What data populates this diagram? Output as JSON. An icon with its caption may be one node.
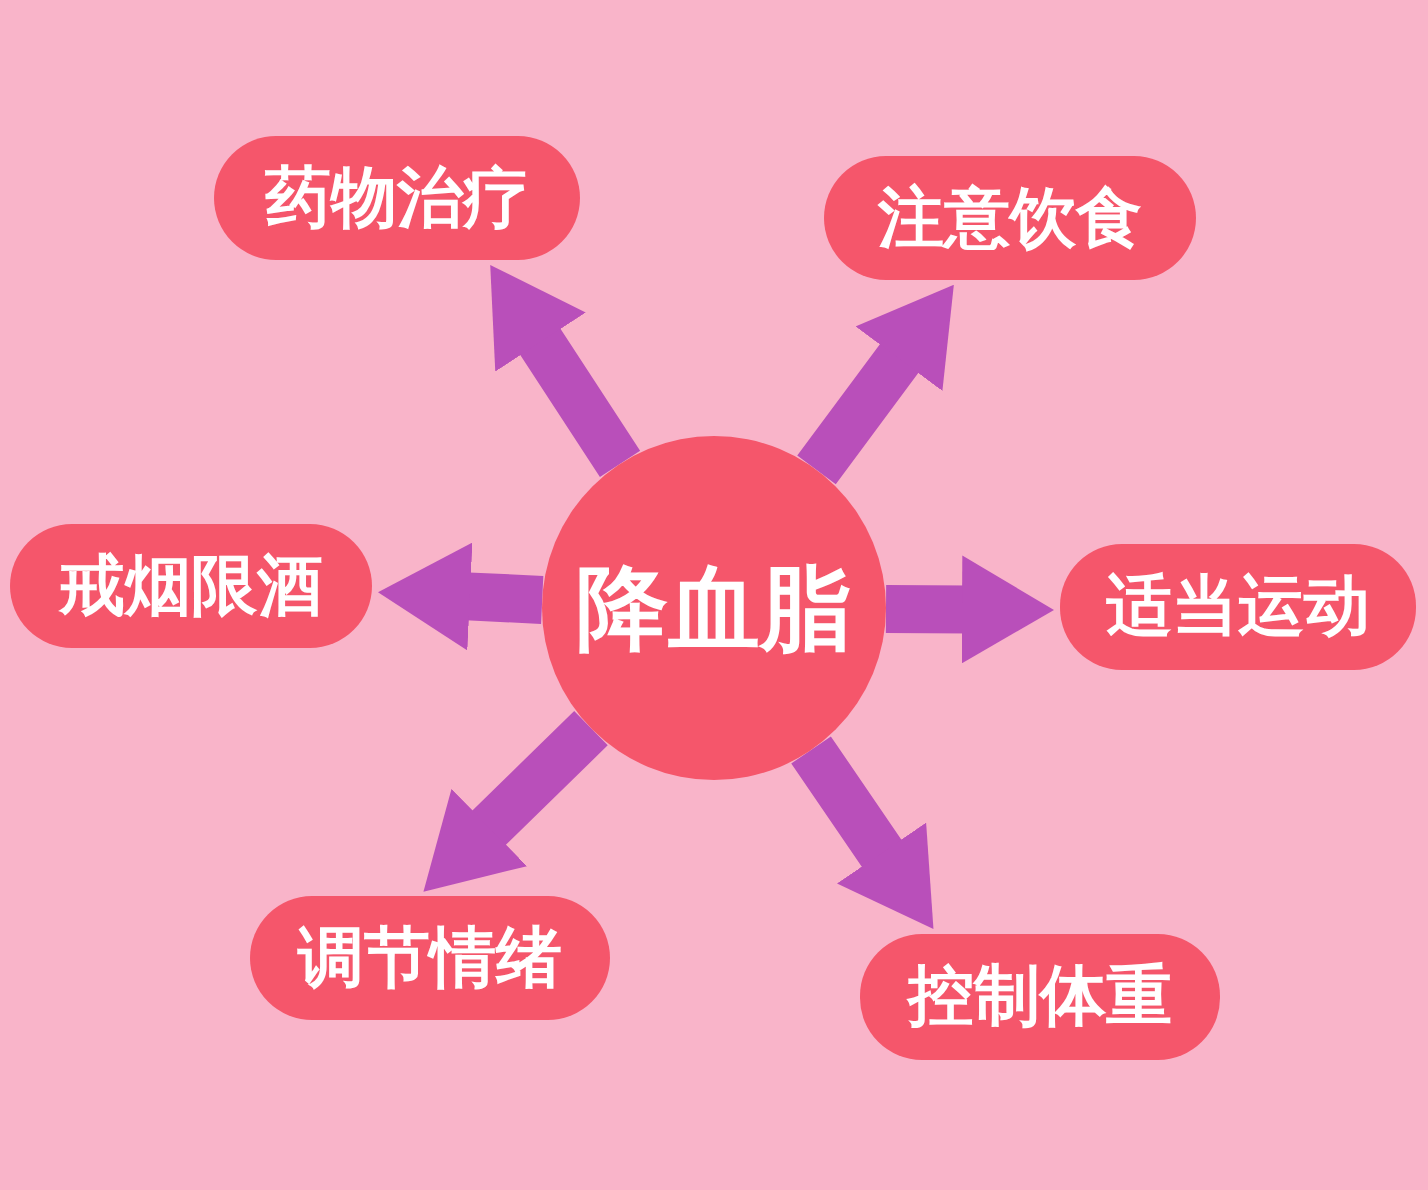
{
  "diagram": {
    "nodes": [
      {
        "text": [
          "降血脂"
        ]
      },
      {
        "text": [
          "药物治疗"
        ]
      },
      {
        "text": [
          "注意饮食"
        ]
      },
      {
        "text": [
          "戒烟限酒"
        ]
      },
      {
        "text": [
          "适当运动"
        ]
      },
      {
        "text": [
          "调节情绪"
        ]
      },
      {
        "text": [
          "控制体重"
        ]
      }
    ],
    "edges": [
      {
        "from": 0,
        "to": 1,
        "arrow": "to"
      },
      {
        "from": 0,
        "to": 2,
        "arrow": "to"
      },
      {
        "from": 0,
        "to": 3,
        "arrow": "to"
      },
      {
        "from": 0,
        "to": 4,
        "arrow": "to"
      },
      {
        "from": 0,
        "to": 5,
        "arrow": "to"
      },
      {
        "from": 0,
        "to": 6,
        "arrow": "to"
      }
    ]
  }
}
